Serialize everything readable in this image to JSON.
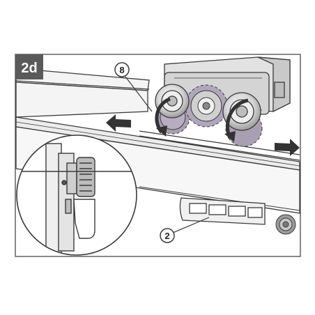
{
  "step": {
    "label": "2d"
  },
  "callouts": [
    {
      "id": "callout-8",
      "number": "8"
    },
    {
      "id": "callout-2",
      "number": "2"
    }
  ],
  "colors": {
    "frame": "#6a6a6a",
    "badge_bg": "#5a5a5a",
    "badge_text": "#ffffff",
    "line": "#3a3a3a",
    "rail_face": "#f4f4f4",
    "metal": "#d6d6d6",
    "gear": "#9a8ea6",
    "arrow": "#333333"
  },
  "icons": {
    "move_left": "arrow-left-icon",
    "move_right": "arrow-right-icon",
    "rotate_ccw": "rotate-counterclockwise-icon",
    "rotate_cw": "rotate-clockwise-icon"
  }
}
